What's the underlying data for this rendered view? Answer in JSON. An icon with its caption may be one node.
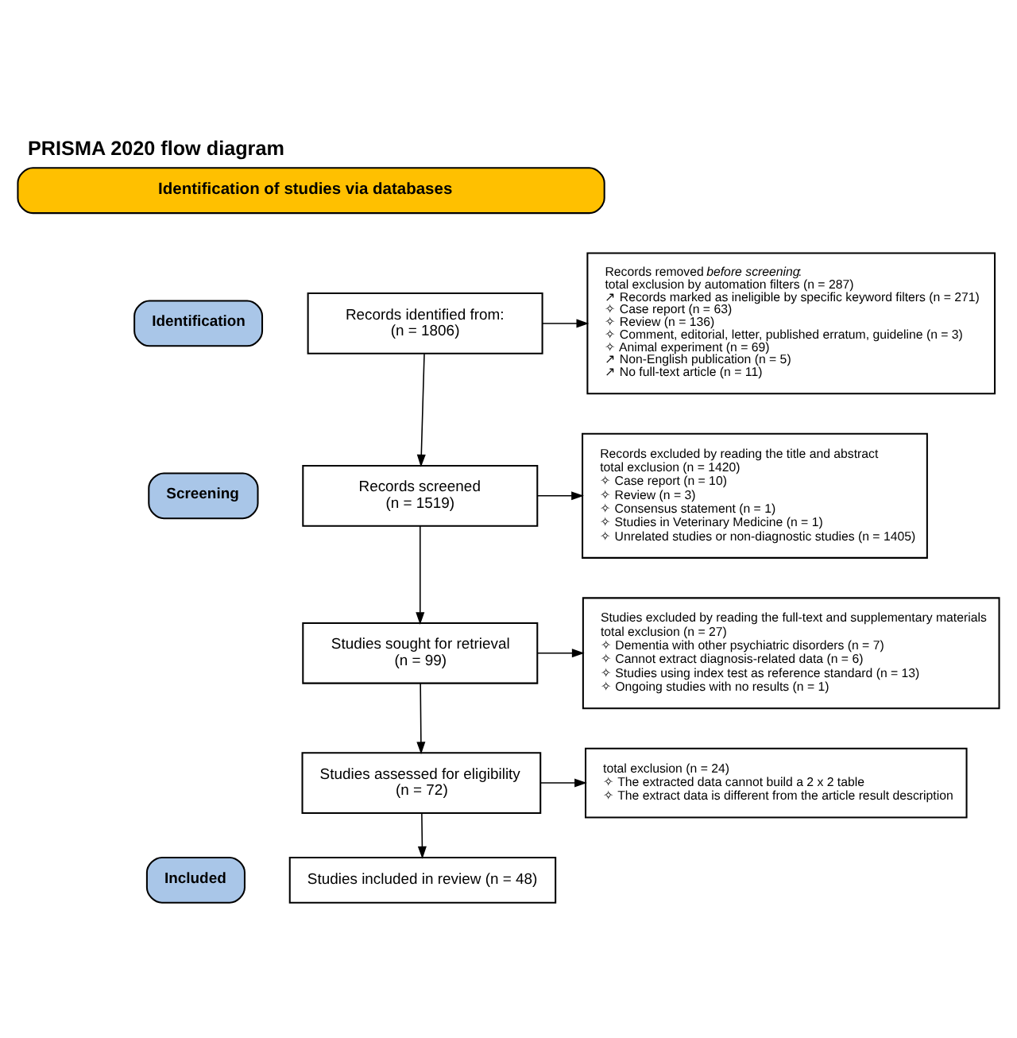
{
  "diagram": {
    "title": "PRISMA 2020 flow diagram",
    "nodes": [
      {
        "text": [
          "Identification of studies via databases"
        ]
      },
      {
        "text": [
          "Identification"
        ]
      },
      {
        "text": [
          "Screening"
        ]
      },
      {
        "text": [
          "Included"
        ]
      },
      {
        "text": [
          "Records identified from:",
          "(n = 1806)"
        ]
      },
      {
        "text": [
          "Records removed *before screening*:",
          "total exclusion by automation filters (n = 287)",
          "↗ Records marked as ineligible by specific keyword filters (n = 271)",
          "✧ Case report (n = 63)",
          "✧ Review (n = 136)",
          "✧ Comment, editorial, letter, published erratum, guideline (n = 3)",
          "✧ Animal experiment (n = 69)",
          "↗ Non-English publication (n = 5)",
          "↗ No full-text article (n = 11)"
        ]
      },
      {
        "text": [
          "Records screened",
          "(n = 1519)"
        ]
      },
      {
        "text": [
          "Records excluded by reading the title and abstract",
          "total exclusion (n = 1420)",
          "✧ Case report (n = 10)",
          "✧ Review (n = 3)",
          "✧ Consensus statement (n = 1)",
          "✧ Studies in Veterinary Medicine (n = 1)",
          "✧ Unrelated studies or non-diagnostic studies (n = 1405)"
        ]
      },
      {
        "text": [
          "Studies sought for retrieval",
          "(n = 99)"
        ]
      },
      {
        "text": [
          "Studies excluded by reading the full-text and supplementary materials",
          "total exclusion (n = 27)",
          "✧ Dementia with other psychiatric disorders (n = 7)",
          "✧ Cannot extract diagnosis-related data (n = 6)",
          "✧ Studies using index test as reference standard (n = 13)",
          "✧ Ongoing studies with no results (n = 1)"
        ]
      },
      {
        "text": [
          "Studies assessed for eligibility",
          "(n = 72)"
        ]
      },
      {
        "text": [
          "total exclusion (n = 24)",
          "✧ The extracted data cannot build a 2 x 2 table",
          "✧ The extract data is different from the article result description"
        ]
      },
      {
        "text": [
          "Studies included in review (n = 48)"
        ]
      }
    ],
    "edges": [
      {
        "from": 4,
        "to": 5,
        "arrow": "to"
      },
      {
        "from": 4,
        "to": 6,
        "arrow": "to"
      },
      {
        "from": 6,
        "to": 7,
        "arrow": "to"
      },
      {
        "from": 6,
        "to": 8,
        "arrow": "to"
      },
      {
        "from": 8,
        "to": 9,
        "arrow": "to"
      },
      {
        "from": 8,
        "to": 10,
        "arrow": "to"
      },
      {
        "from": 10,
        "to": 11,
        "arrow": "to"
      },
      {
        "from": 10,
        "to": 12,
        "arrow": "to"
      }
    ]
  }
}
